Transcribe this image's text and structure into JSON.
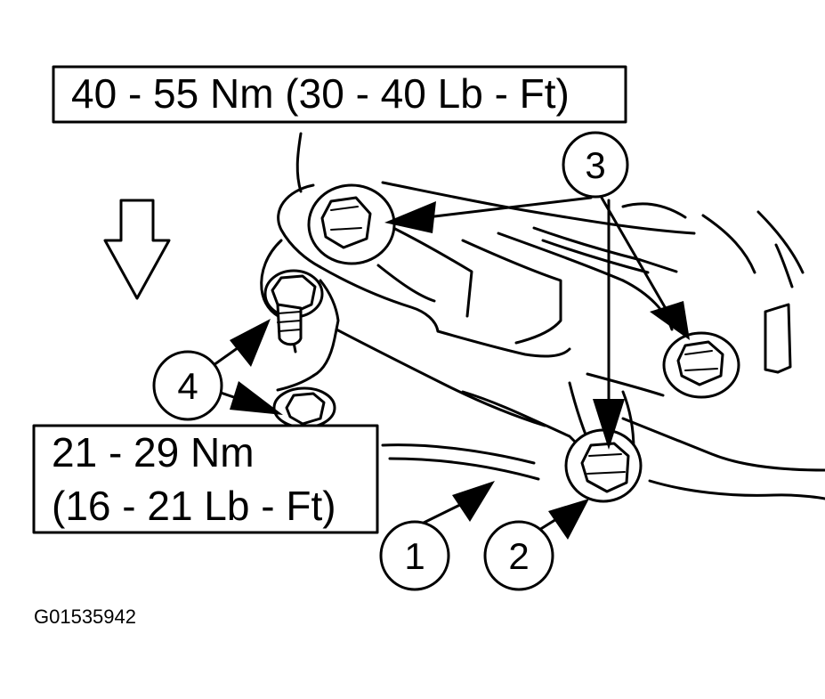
{
  "torque_upper": "40 - 55 Nm (30 - 40 Lb - Ft)",
  "torque_lower": {
    "line1": "21 - 29 Nm",
    "line2": "(16 - 21 Lb - Ft)"
  },
  "callouts": {
    "c1": "1",
    "c2": "2",
    "c3": "3",
    "c4": "4"
  },
  "figure_id": "G01535942",
  "icons": {
    "direction": "down-arrow-icon",
    "fastener": "hex-bolt-icon",
    "stud": "threaded-stud-icon"
  },
  "colors": {
    "ink": "#000000",
    "paper": "#ffffff"
  }
}
